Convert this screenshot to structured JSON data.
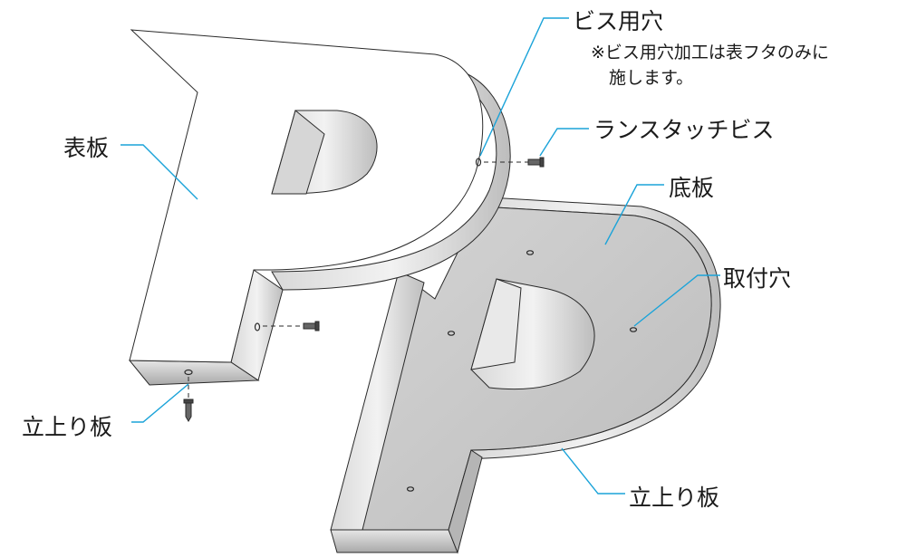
{
  "labels": {
    "screw_hole": "ビス用穴",
    "screw_hole_note_line1": "※ビス用穴加工は表フタのみに",
    "screw_hole_note_line2": "施します。",
    "tapping_screw": "ランスタッチビス",
    "face_plate": "表板",
    "bottom_plate": "底板",
    "mounting_hole": "取付穴",
    "side_wall_left": "立上り板",
    "side_wall_right": "立上り板"
  },
  "colors": {
    "leader_line": "#1aa3d9",
    "outline": "#2a2a2a",
    "face_white": "#ffffff",
    "back_gray": "#c9c9c9"
  },
  "icons": [
    "screw-icon",
    "screw-hole-icon",
    "mounting-hole-icon"
  ]
}
